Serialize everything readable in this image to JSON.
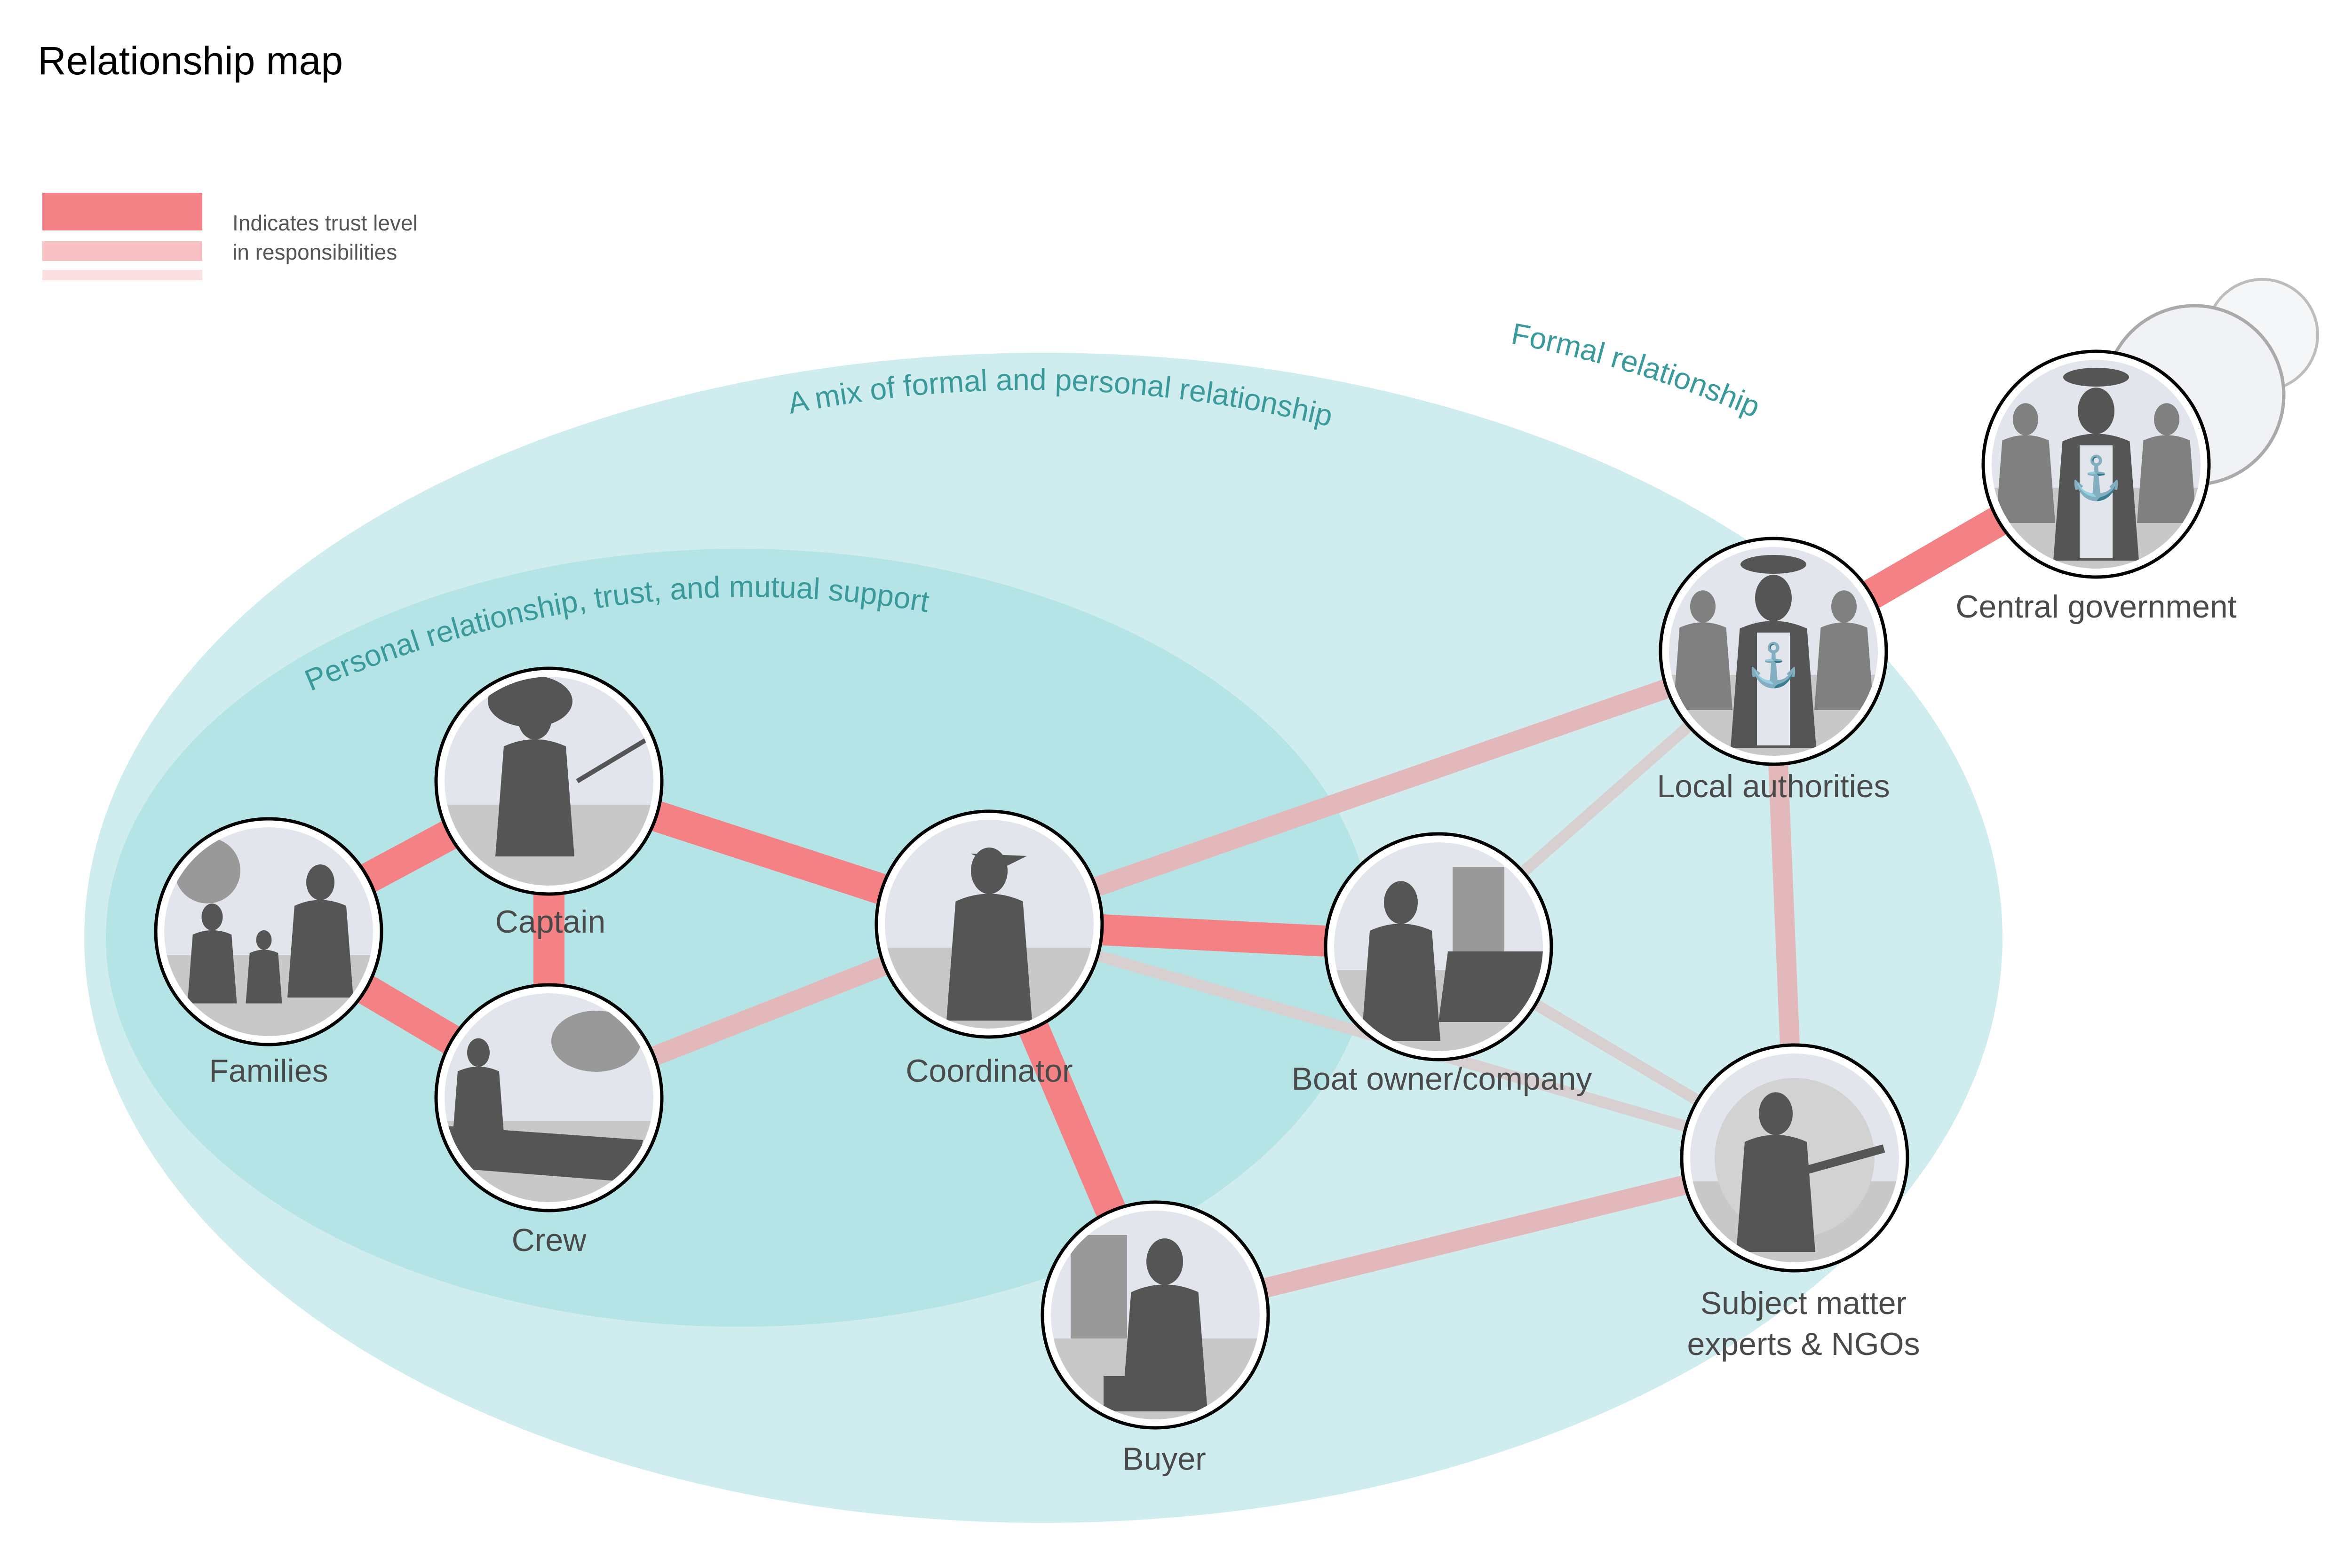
{
  "title": "Relationship map",
  "legend": {
    "line1": "Indicates trust level",
    "line2": "in responsibilities",
    "levels": [
      {
        "name": "high",
        "color": "#f28285"
      },
      {
        "name": "medium",
        "color": "#f7c0c2"
      },
      {
        "name": "low",
        "color": "#fbe0e1"
      }
    ]
  },
  "zones": {
    "personal": "Personal relationship, trust, and mutual support",
    "mix": "A mix of formal and personal relationship",
    "formal": "Formal relationship"
  },
  "nodes": {
    "families": {
      "label": "Families"
    },
    "captain": {
      "label": "Captain"
    },
    "crew": {
      "label": "Crew"
    },
    "coordinator": {
      "label": "Coordinator"
    },
    "buyer": {
      "label": "Buyer"
    },
    "boat": {
      "label": "Boat owner/company"
    },
    "local": {
      "label": "Local authorities"
    },
    "central": {
      "label": "Central government"
    },
    "sme": {
      "label1": "Subject matter",
      "label2": "experts & NGOs"
    }
  },
  "edges": [
    {
      "from": "families",
      "to": "captain",
      "trust": "high"
    },
    {
      "from": "families",
      "to": "crew",
      "trust": "high"
    },
    {
      "from": "captain",
      "to": "crew",
      "trust": "high"
    },
    {
      "from": "captain",
      "to": "coordinator",
      "trust": "high"
    },
    {
      "from": "coordinator",
      "to": "boat",
      "trust": "high"
    },
    {
      "from": "coordinator",
      "to": "buyer",
      "trust": "high"
    },
    {
      "from": "local",
      "to": "central",
      "trust": "high"
    },
    {
      "from": "crew",
      "to": "coordinator",
      "trust": "medium"
    },
    {
      "from": "coordinator",
      "to": "local",
      "trust": "medium"
    },
    {
      "from": "local",
      "to": "sme",
      "trust": "medium"
    },
    {
      "from": "buyer",
      "to": "sme",
      "trust": "medium"
    },
    {
      "from": "local",
      "to": "boat",
      "trust": "low"
    },
    {
      "from": "coordinator",
      "to": "sme",
      "trust": "low"
    },
    {
      "from": "boat",
      "to": "sme",
      "trust": "low"
    }
  ],
  "colors": {
    "outer_zone": "#cfedef",
    "inner_zone": "#b5e4e6",
    "zone_text": "#3a9a9a",
    "edge_high": "#f48184",
    "edge_medium": "#e3b8ba",
    "edge_low": "#d8d0d0",
    "silhouette": "#555555"
  }
}
